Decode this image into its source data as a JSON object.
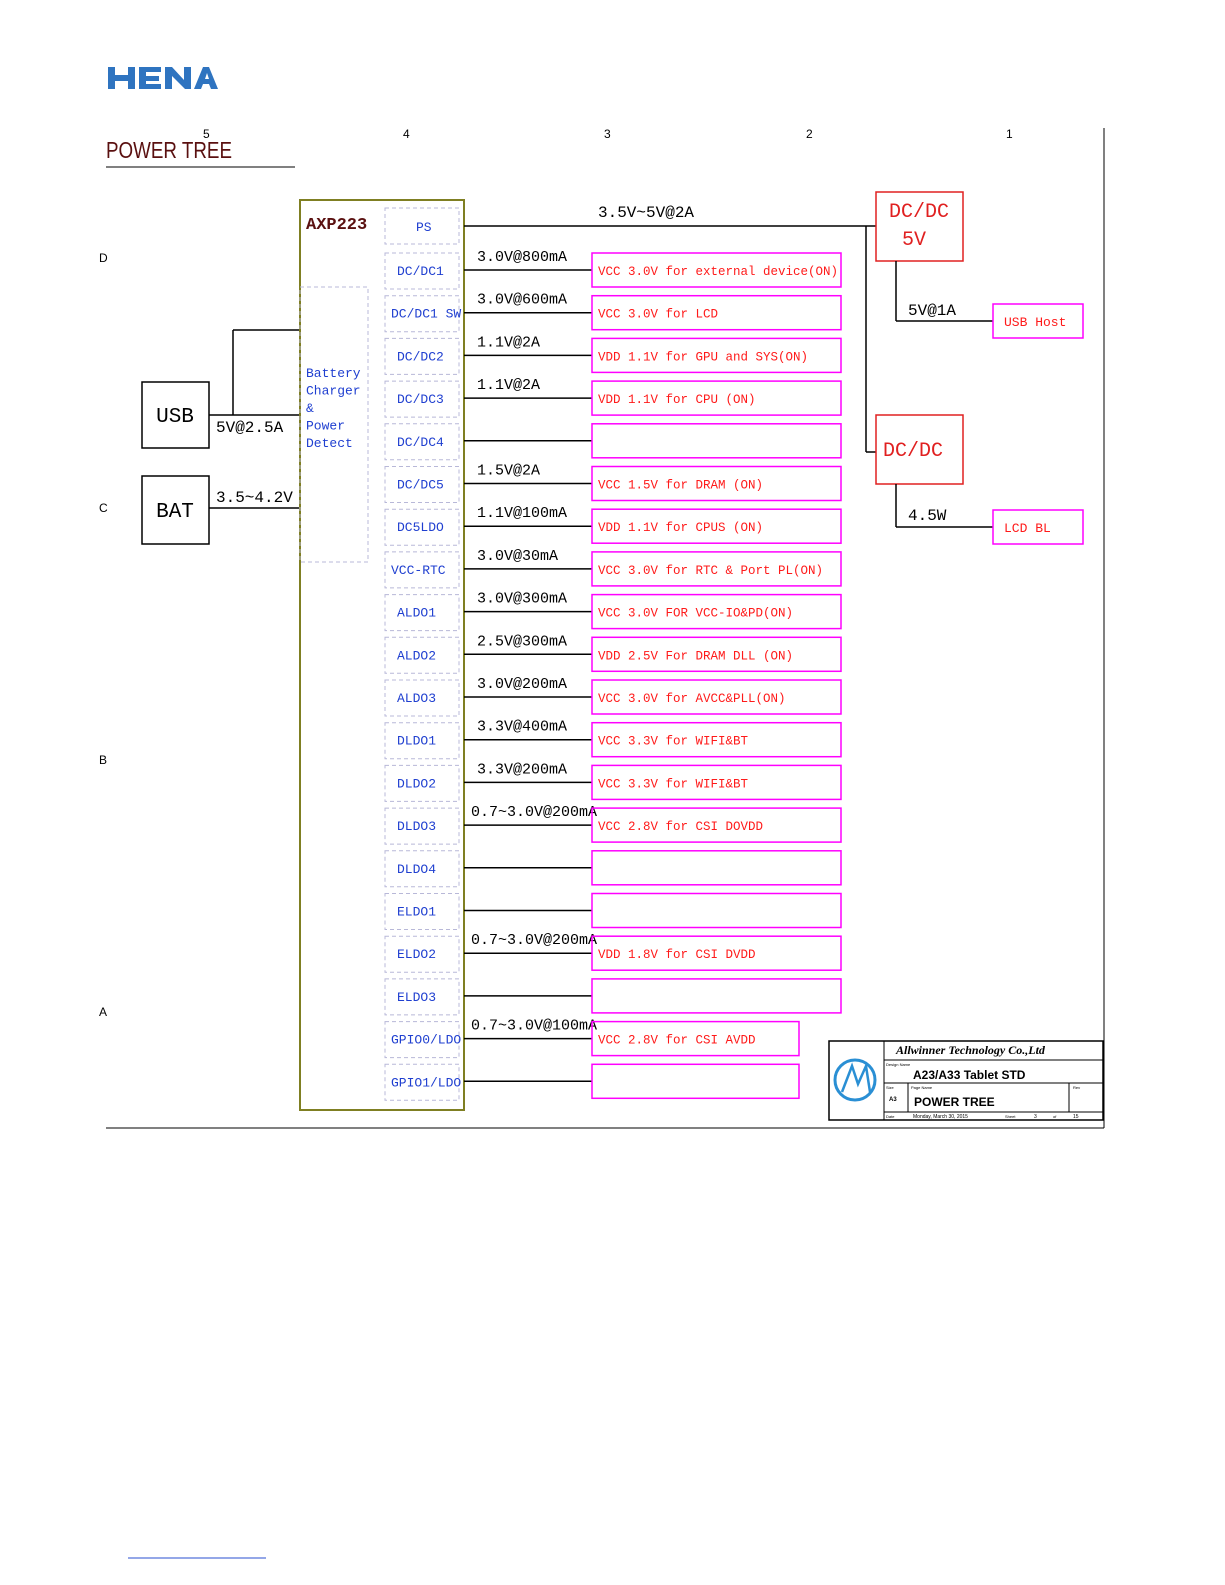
{
  "brand": {
    "name": "HENA",
    "color": "#2f74c0"
  },
  "title": "POWER TREE",
  "frame": {
    "top_zone_labels": [
      "5",
      "4",
      "3",
      "2",
      "1"
    ],
    "left_zone_labels": [
      "D",
      "C",
      "B",
      "A"
    ]
  },
  "pmic": {
    "name": "AXP223",
    "color": "#7f7f22"
  },
  "charger_block": {
    "lines": [
      "Battery",
      "Charger",
      "&",
      "Power",
      "Detect"
    ]
  },
  "inputs": {
    "usb": {
      "label": "USB",
      "spec": "5V@2.5A"
    },
    "bat": {
      "label": "BAT",
      "spec": "3.5~4.2V"
    }
  },
  "ps": {
    "pin": "PS",
    "spec": "3.5V~5V@2A"
  },
  "rails": [
    {
      "pin": "DC/DC1",
      "spec": "3.0V@800mA",
      "load": "VCC 3.0V for external device(ON)"
    },
    {
      "pin": "DC/DC1 SW",
      "spec": "3.0V@600mA",
      "load": "VCC 3.0V for LCD"
    },
    {
      "pin": "DC/DC2",
      "spec": "1.1V@2A",
      "load": "VDD 1.1V for GPU and SYS(ON)"
    },
    {
      "pin": "DC/DC3",
      "spec": "1.1V@2A",
      "load": "VDD 1.1V for CPU (ON)"
    },
    {
      "pin": "DC/DC4",
      "spec": "",
      "load": ""
    },
    {
      "pin": "DC/DC5",
      "spec": "1.5V@2A",
      "load": "VCC 1.5V for DRAM (ON)"
    },
    {
      "pin": "DC5LDO",
      "spec": "1.1V@100mA",
      "load": "VDD 1.1V for CPUS (ON)"
    },
    {
      "pin": "VCC-RTC",
      "spec": "3.0V@30mA",
      "load": "VCC 3.0V for RTC & Port PL(ON)"
    },
    {
      "pin": "ALDO1",
      "spec": "3.0V@300mA",
      "load": "VCC 3.0V FOR VCC-IO&PD(ON)"
    },
    {
      "pin": "ALDO2",
      "spec": "2.5V@300mA",
      "load": "VDD 2.5V For DRAM DLL (ON)"
    },
    {
      "pin": "ALDO3",
      "spec": "3.0V@200mA",
      "load": "VCC 3.0V for AVCC&PLL(ON)"
    },
    {
      "pin": "DLDO1",
      "spec": "3.3V@400mA",
      "load": "VCC 3.3V for WIFI&BT"
    },
    {
      "pin": "DLDO2",
      "spec": "3.3V@200mA",
      "load": "VCC 3.3V for WIFI&BT"
    },
    {
      "pin": "DLDO3",
      "spec": "0.7~3.0V@200mA",
      "load": "VCC 2.8V for CSI DOVDD"
    },
    {
      "pin": "DLDO4",
      "spec": "",
      "load": ""
    },
    {
      "pin": "ELDO1",
      "spec": "",
      "load": ""
    },
    {
      "pin": "ELDO2",
      "spec": "0.7~3.0V@200mA",
      "load": "VDD 1.8V for CSI DVDD"
    },
    {
      "pin": "ELDO3",
      "spec": "",
      "load": ""
    },
    {
      "pin": "GPIO0/LDO",
      "spec": "0.7~3.0V@100mA",
      "load": "VCC 2.8V for CSI AVDD"
    },
    {
      "pin": "GPIO1/LDO",
      "spec": "",
      "load": ""
    }
  ],
  "converters": [
    {
      "label_lines": [
        "DC/DC",
        "5V"
      ],
      "out_spec": "5V@1A",
      "load": "USB Host"
    },
    {
      "label_lines": [
        "DC/DC"
      ],
      "out_spec": "4.5W",
      "load": "LCD BL"
    }
  ],
  "title_block": {
    "company": "Allwinner Technology Co.,Ltd",
    "design_label": "Design Name",
    "design": "A23/A33 Tablet STD",
    "size_label": "Size",
    "size": "A3",
    "page_label": "Page Name",
    "page": "POWER TREE",
    "rev_label": "Rev",
    "date_label": "Date",
    "date": "Monday, March 30, 2015",
    "sheet_label": "Sheet",
    "sheet": "3",
    "of_label": "of",
    "total": "15"
  },
  "colors": {
    "pin_text": "#1f3fd0",
    "rail_box": "#ff00ff",
    "rail_text": "#ff1a1a",
    "converter": "#e02020",
    "converter_load_box": "#ff00ff",
    "line": "#000000",
    "dashed": "#b8b8d8"
  }
}
